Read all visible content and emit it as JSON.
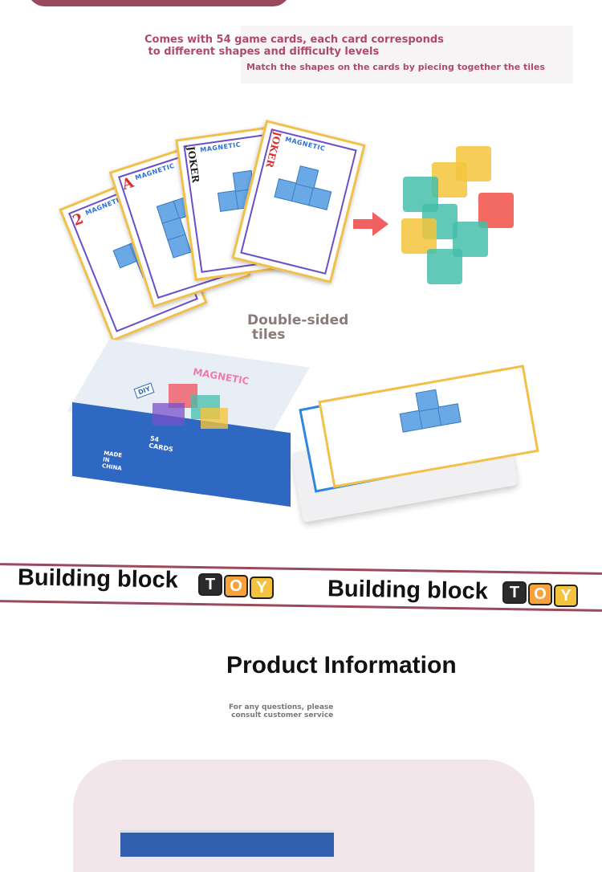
{
  "description": {
    "line1": "Comes with 54 game cards, each card corresponds\n to different shapes and difficulty levels",
    "line2": "Match the shapes on the cards by piecing together the tiles"
  },
  "cards": {
    "brand": "MAGNETIC",
    "items": [
      {
        "index": "2"
      },
      {
        "index": "A"
      },
      {
        "index": "JOKER"
      },
      {
        "index": "JOKER"
      }
    ]
  },
  "tiles_label": "Double-sided\n tiles",
  "box": {
    "brand": "MAGNETIC",
    "diy": "DIY",
    "count_label": "54 CARDS",
    "origin": "MADE IN CHINA"
  },
  "banner": {
    "items": [
      {
        "text": "Building block",
        "letters": [
          "T",
          "O",
          "Y"
        ]
      },
      {
        "text": "Building block",
        "letters": [
          "T",
          "O",
          "Y"
        ]
      }
    ]
  },
  "product_info": {
    "title": "Product Information",
    "subtitle": "For any questions, please\n consult customer service"
  },
  "colors": {
    "accent": "#9a4a5c",
    "text_pink": "#b04a6a",
    "tile_dark": "#2b2b2b",
    "tile_orange": "#f7a23a",
    "tile_yellow": "#f4c23c",
    "card_blue": "#6aa9e6"
  }
}
